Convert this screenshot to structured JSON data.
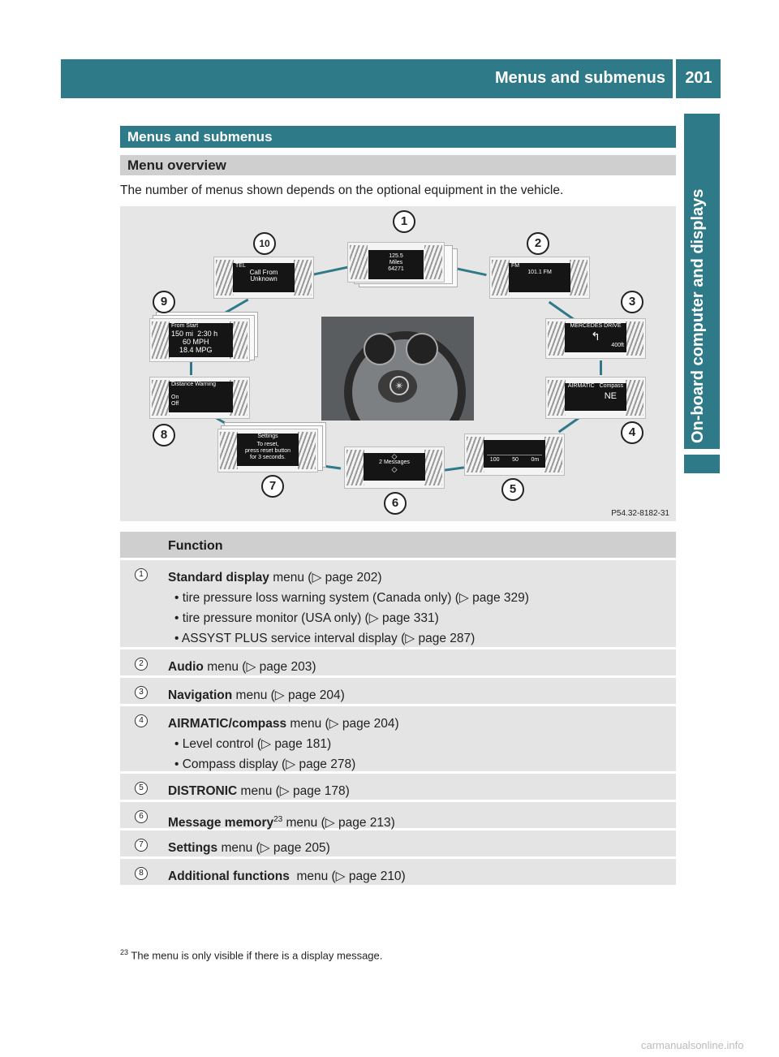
{
  "header": {
    "title": "Menus and submenus",
    "page_number": "201"
  },
  "side_tab": {
    "label": "On-board computer and displays"
  },
  "section": {
    "title": "Menus and submenus"
  },
  "subsection": {
    "title": "Menu overview"
  },
  "intro": "The number of menus shown depends on the optional equipment in the vehicle.",
  "figure": {
    "code": "P54.32-8182-31",
    "callouts": [
      "1",
      "2",
      "3",
      "4",
      "5",
      "6",
      "7",
      "8",
      "9",
      "10"
    ],
    "screens": {
      "standard": [
        "125.5",
        "Miles",
        "64271"
      ],
      "audio": [
        "FM",
        "101.1 FM"
      ],
      "navigation": [
        "MERCEDES DRIVE",
        "400ft"
      ],
      "airmatic": [
        "AIRMATIC",
        "Compass",
        "NE"
      ],
      "distronic": [
        "100",
        "50",
        "0m"
      ],
      "message": [
        "2 Messages"
      ],
      "settings": [
        "Settings",
        "To reset,",
        "press reset button",
        "for 3 seconds."
      ],
      "additional": [
        "Distance Warning",
        "On",
        "Off"
      ],
      "trip": [
        "From Start",
        "150",
        "mi",
        "2:30",
        "h",
        "60",
        "MPH",
        "18.4",
        "MPG"
      ],
      "tel": [
        "TEL",
        "Call From",
        "Unknown"
      ]
    }
  },
  "table": {
    "header": "Function",
    "rows": [
      {
        "num": "1",
        "bold": "Standard display",
        "rest": " menu (▷ page 202)",
        "bullets": [
          "tire pressure loss warning system (Canada only) (▷ page 329)",
          "tire pressure monitor (USA only) (▷ page 331)",
          "ASSYST PLUS service interval display (▷ page 287)"
        ]
      },
      {
        "num": "2",
        "bold": "Audio",
        "rest": " menu (▷ page 203)",
        "bullets": []
      },
      {
        "num": "3",
        "bold": "Navigation",
        "rest": " menu (▷ page 204)",
        "bullets": []
      },
      {
        "num": "4",
        "bold": "AIRMATIC/compass",
        "rest": " menu (▷ page 204)",
        "bullets": [
          "Level control (▷ page 181)",
          "Compass display (▷ page 278)"
        ]
      },
      {
        "num": "5",
        "bold": "DISTRONIC",
        "rest": " menu (▷ page 178)",
        "bullets": []
      },
      {
        "num": "6",
        "bold": "Message memory",
        "sup": "23",
        "rest": " menu (▷ page 213)",
        "bullets": []
      },
      {
        "num": "7",
        "bold": "Settings",
        "rest": " menu (▷ page 205)",
        "bullets": []
      },
      {
        "num": "8",
        "bold": "Additional functions",
        "rest": "  menu (▷ page 210)",
        "bullets": []
      }
    ]
  },
  "footnote": {
    "num": "23",
    "text": " The menu is only visible if there is a display message."
  },
  "watermark": "carmanualsonline.info"
}
